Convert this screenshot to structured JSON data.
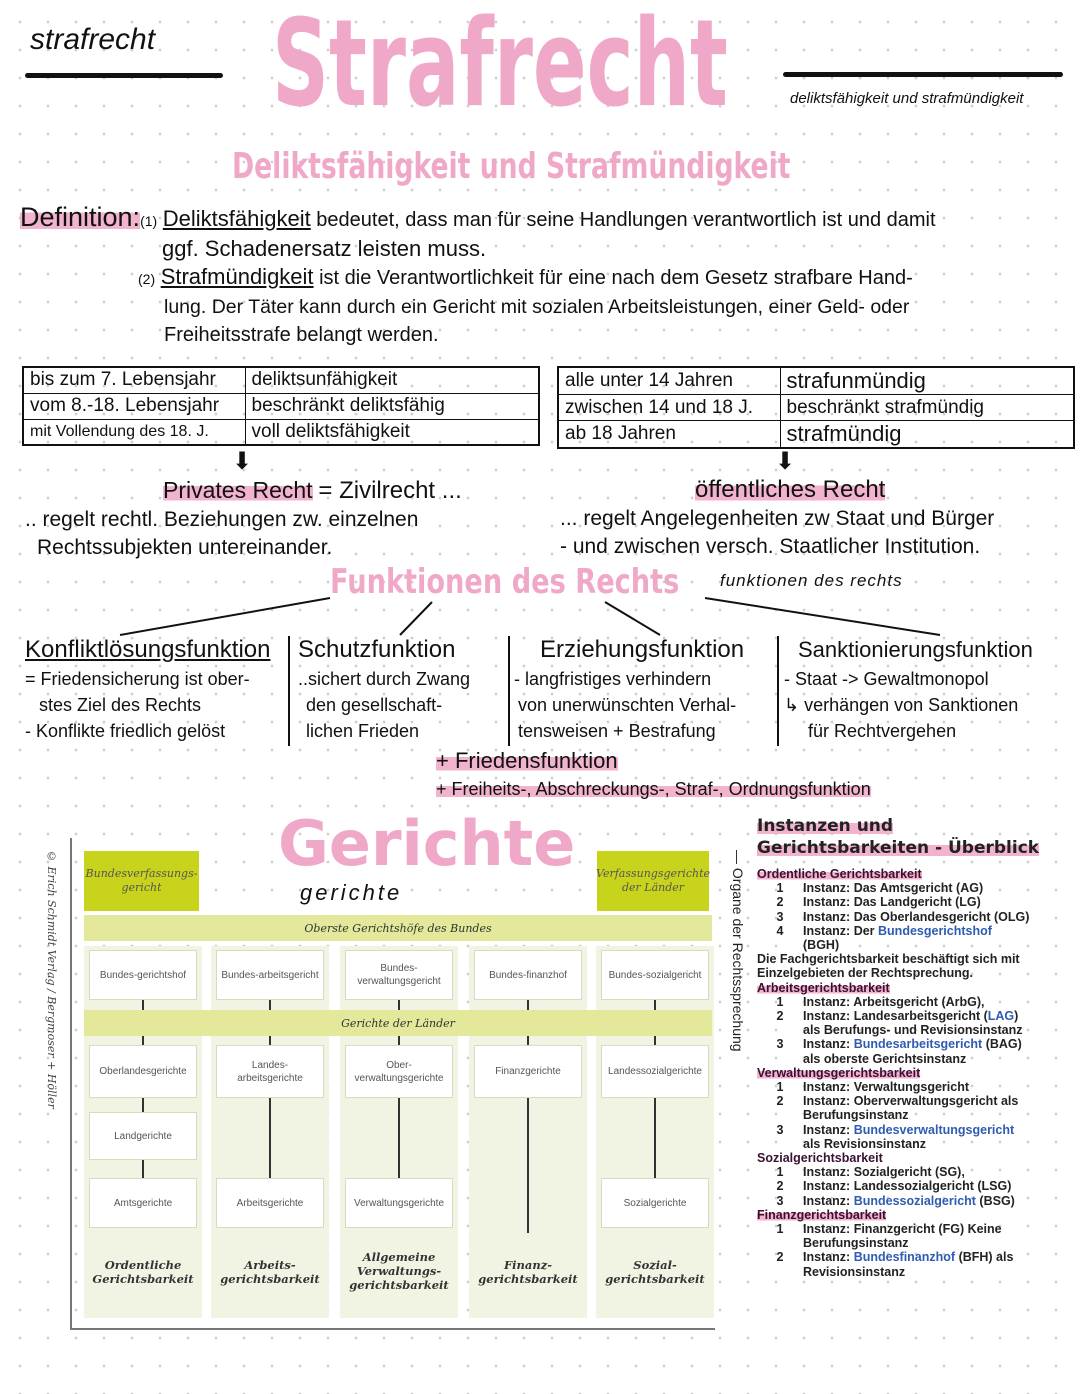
{
  "title": {
    "main": "Strafrecht",
    "overlay": "strafrecht"
  },
  "subtitle": {
    "main": "Deliktsfähigkeit und Strafmündigkeit",
    "overlay": "deliktsfähigkeit und strafmündigkeit"
  },
  "definition": {
    "label": "Definition:",
    "item1_num": "(1)",
    "item1_term": "Deliktsfähigkeit",
    "item1_text1": "bedeutet, dass man für seine Handlungen verantwortlich ist und damit",
    "item1_text2": "ggf. Schadenersatz leisten muss.",
    "item2_num": "(2)",
    "item2_term": "Strafmündigkeit",
    "item2_text1": "ist die Verantwortlichkeit für eine nach dem Gesetz strafbare Hand-",
    "item2_text2": "lung. Der Täter kann durch ein Gericht mit sozialen Arbeitsleistungen, einer Geld- oder",
    "item2_text3": "Freiheitsstrafe belangt werden."
  },
  "table_left": [
    [
      "bis zum 7. Lebensjahr",
      "deliktsunfähigkeit"
    ],
    [
      "vom 8.-18. Lebensjahr",
      "beschränkt deliktsfähig"
    ],
    [
      "mit Vollendung des 18. J.",
      "voll deliktsfähigkeit"
    ]
  ],
  "table_right": [
    [
      "alle unter 14 Jahren",
      "strafunmündig"
    ],
    [
      "zwischen 14 und 18 J.",
      "beschränkt strafmündig"
    ],
    [
      "ab 18 Jahren",
      "strafmündig"
    ]
  ],
  "private": {
    "title": "Privates Recht",
    "suffix": "= Zivilrecht ...",
    "line1": ".. regelt rechtl. Beziehungen zw. einzelnen",
    "line2": "Rechtssubjekten untereinander."
  },
  "public": {
    "title": "öffentliches Recht",
    "line1": "... regelt Angelegenheiten zw Staat und Bürger",
    "line2": "- und zwischen versch. Staatlicher Institution."
  },
  "functions": {
    "heading": "Funktionen des Rechts",
    "overlay": "funktionen des rechts",
    "items": [
      {
        "title": "Konfliktlösungsfunktion",
        "lines": [
          "= Friedensicherung ist ober-",
          "stes Ziel des Rechts",
          "- Konflikte friedlich gelöst"
        ]
      },
      {
        "title": "Schutzfunktion",
        "lines": [
          "..sichert durch Zwang",
          "den gesellschaft-",
          "lichen Frieden"
        ]
      },
      {
        "title": "Erziehungsfunktion",
        "lines": [
          "- langfristiges verhindern",
          "von unerwünschten Verhal-",
          "tensweisen + Bestrafung"
        ]
      },
      {
        "title": "Sanktionierungsfunktion",
        "lines": [
          "- Staat -> Gewaltmonopol",
          "↳ verhängen von Sanktionen",
          "für Rechtvergehen"
        ]
      }
    ],
    "extra1": "+ Friedensfunktion",
    "extra2": "+ Freiheits-, Abschreckungs-, Straf-, Ordnungsfunktion"
  },
  "courts": {
    "heading": "Gerichte",
    "overlay": "gerichte",
    "copyright": "© Erich Schmidt Verlag / Bergmoser + Höller",
    "side_label": "— Organe der Rechtssprechung",
    "bverfg": "Bundesverfassungs-gericht",
    "land_verf": "Verfassungsgerichte der Länder",
    "band_bund": "Oberste Gerichtshöfe des Bundes",
    "band_laender": "Gerichte der Länder",
    "row_bund": [
      "Bundes-gerichtshof",
      "Bundes-arbeitsgericht",
      "Bundes-verwaltungsgericht",
      "Bundes-finanzhof",
      "Bundes-sozialgericht"
    ],
    "row_land": [
      "Oberlandesgerichte",
      "Landes-arbeitsgerichte",
      "Ober-verwaltungsgerichte",
      "Finanzgerichte",
      "Landessozialgerichte"
    ],
    "landgerichte": "Landgerichte",
    "row_lower": [
      "Amtsgerichte",
      "Arbeitsgerichte",
      "Verwaltungsgerichte",
      "",
      "Sozialgerichte"
    ],
    "footers": [
      "Ordentliche Gerichtsbarkeit",
      "Arbeits-gerichtsbarkeit",
      "Allgemeine Verwaltungs-gerichtsbarkeit",
      "Finanz-gerichtsbarkeit",
      "Sozial-gerichtsbarkeit"
    ]
  },
  "overview": {
    "title1": "Instanzen und",
    "title2": "Gerichtsbarkeiten - Überblick",
    "ord": "Ordentliche Gerichtsbarkeit",
    "ord_items": [
      [
        "1",
        "Instanz: Das Amtsgericht (AG)"
      ],
      [
        "2",
        "Instanz: Das Landgericht (LG)"
      ],
      [
        "3",
        "Instanz: Das Oberlandesgericht (OLG)"
      ]
    ],
    "ord4_num": "4",
    "ord4_pre": "Instanz: Der ",
    "ord4_link": "Bundesgerichtshof",
    "ord4_post": "(BGH)",
    "fach": "Die Fachgerichtsbarkeit beschäftigt sich mit Einzelgebieten der Rechtsprechung.",
    "arb": "Arbeitsgerichtsbarkeit",
    "arb1": "Instanz: Arbeitsgericht (ArbG),",
    "arb2_pre": "Instanz: Landesarbeitsgericht (",
    "arb2_link": "LAG",
    "arb2_post": ")",
    "arb2_cont": "als Berufungs- und Revisionsinstanz",
    "arb3_pre": "Instanz: ",
    "arb3_link": "Bundesarbeitsgericht",
    "arb3_post": " (BAG)",
    "arb3_cont": "als oberste Gerichtsinstanz",
    "verw": "Verwaltungsgerichtsbarkeit",
    "verw1": "Instanz: Verwaltungsgericht",
    "verw2": "Instanz: Oberverwaltungsgericht als",
    "verw2_cont": "Berufungsinstanz",
    "verw3_pre": "Instanz: ",
    "verw3_link": "Bundesverwaltungsgericht",
    "verw3_cont": "als Revisionsinstanz",
    "soz": "Sozialgerichtsbarkeit",
    "soz1": "Instanz: Sozialgericht (SG),",
    "soz2": "Instanz: Landessozialgericht (LSG)",
    "soz3_pre": "Instanz: ",
    "soz3_link": "Bundessozialgericht",
    "soz3_post": " (BSG)",
    "fin": "Finanzgerichtsbarkeit",
    "fin1": "Instanz: Finanzgericht (FG)  Keine",
    "fin1_cont": "Berufungsinstanz",
    "fin2_pre": "Instanz: ",
    "fin2_link": "Bundesfinanzhof",
    "fin2_post": " (BFH)  als",
    "fin2_cont": "Revisionsinstanz",
    "nums": [
      "1",
      "2",
      "3"
    ]
  },
  "colors": {
    "pink": "#f0a8c8",
    "highlight": "#f2b3cf",
    "court_green": "#c8d41c",
    "link_blue": "#2f5bb0"
  }
}
